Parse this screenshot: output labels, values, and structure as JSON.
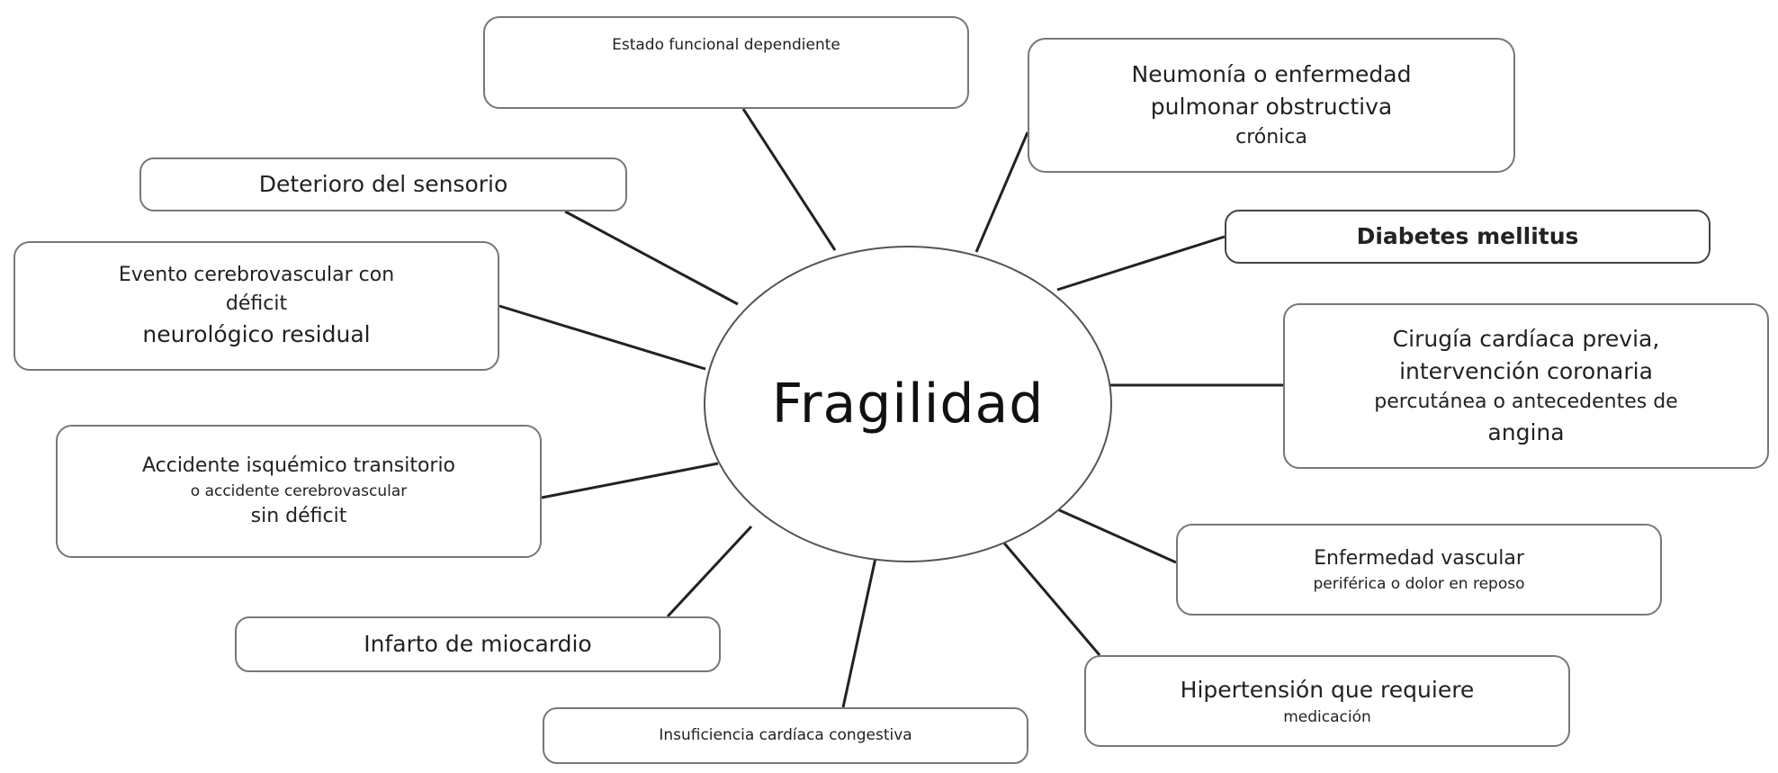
{
  "center": {
    "label": "Fragilidad"
  },
  "nodes": {
    "estado_funcional": {
      "lines": [
        "Estado funcional dependiente"
      ]
    },
    "neumonia": {
      "lines": [
        "Neumonía o enfermedad",
        "pulmonar obstructiva",
        "crónica"
      ]
    },
    "deterioro_sensorio": {
      "lines": [
        "Deterioro del sensorio"
      ]
    },
    "diabetes": {
      "lines": [
        "Diabetes mellitus"
      ]
    },
    "evento_cerebrovascular": {
      "lines": [
        "Evento cerebrovascular con",
        "déficit",
        "neurológico residual"
      ]
    },
    "cirugia_cardiaca": {
      "lines": [
        "Cirugía cardíaca previa,",
        "intervención coronaria",
        "percutánea o antecedentes de",
        "angina"
      ]
    },
    "accidente_isquemico": {
      "lines": [
        "Accidente isquémico transitorio",
        "o accidente cerebrovascular",
        "sin déficit"
      ]
    },
    "enfermedad_vascular": {
      "lines": [
        "Enfermedad vascular",
        "periférica o dolor en reposo"
      ]
    },
    "infarto": {
      "lines": [
        "Infarto de miocardio"
      ]
    },
    "hipertension": {
      "lines": [
        "Hipertensión que requiere",
        "medicación"
      ]
    },
    "insuficiencia_cardiaca": {
      "lines": [
        "Insuficiencia cardíaca congestiva"
      ]
    }
  }
}
